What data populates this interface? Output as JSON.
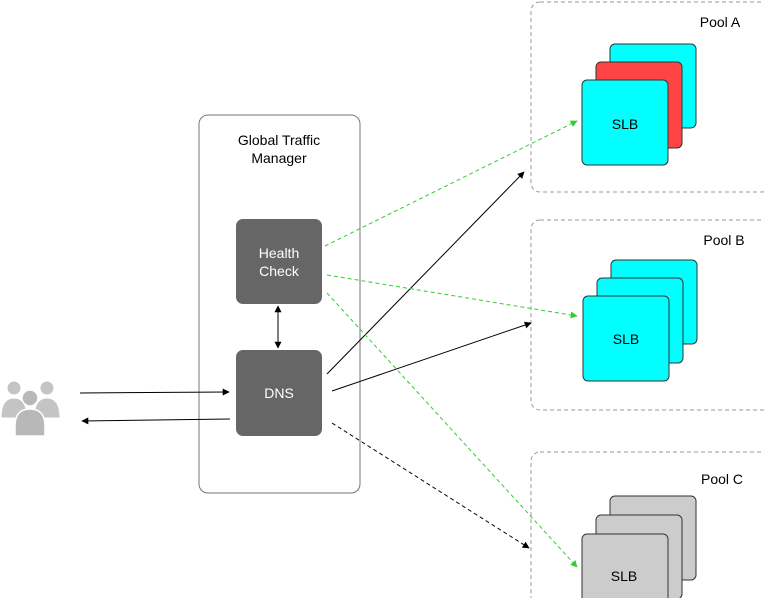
{
  "gtm": {
    "title_line1": "Global Traffic",
    "title_line2": "Manager"
  },
  "health_check": {
    "line1": "Health",
    "line2": "Check"
  },
  "dns": {
    "label": "DNS"
  },
  "pools": [
    {
      "label": "Pool A",
      "card_label": "SLB"
    },
    {
      "label": "Pool B",
      "card_label": "SLB"
    },
    {
      "label": "Pool C",
      "card_label": "SLB"
    }
  ],
  "icons": {
    "users": "users-icon"
  },
  "colors": {
    "node_dark": "#666666",
    "slb_cyan": "#00ffff",
    "slb_failed_red": "#ff4444",
    "slb_inactive_gray": "#cccccc",
    "health_arrow_green": "#33cc33",
    "arrow_black": "#000000",
    "pool_border": "#999999",
    "users_gray": "#c0c0c0"
  }
}
